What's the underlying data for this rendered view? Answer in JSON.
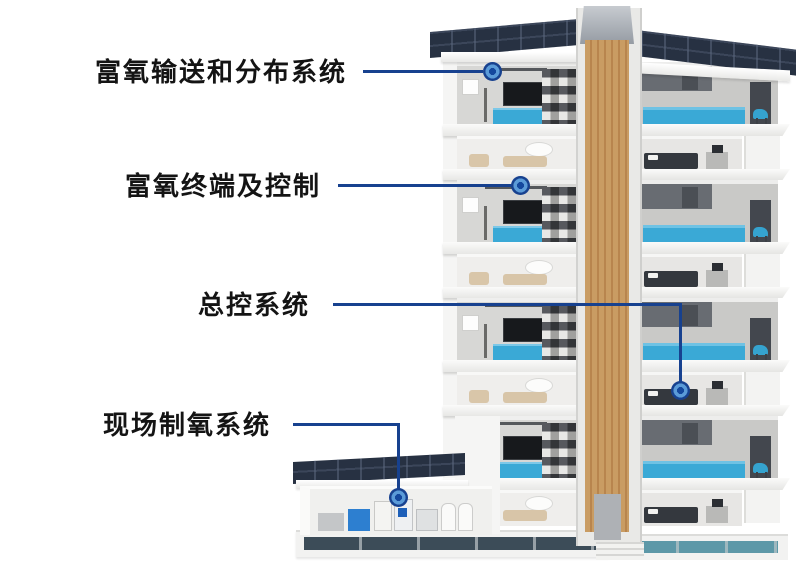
{
  "diagram": {
    "type": "building-cutaway-oxygen-system",
    "callouts": [
      {
        "id": "oxygen-delivery-distribution",
        "label": "富氧输送和分布系统"
      },
      {
        "id": "oxygen-terminal-control",
        "label": "富氧终端及控制"
      },
      {
        "id": "master-control-system",
        "label": "总控系统"
      },
      {
        "id": "onsite-oxygen-generation",
        "label": "现场制氧系统"
      }
    ],
    "colors": {
      "callout_line": "#17418f",
      "marker_outer": "#14489e",
      "marker_inner": "#5b9bd8",
      "roof": "#273142",
      "wood_shaft": "#c99c63",
      "furniture_accent": "#3aa9d6",
      "basement_window_left": "#3c4c58",
      "basement_window_right": "#5d98a8"
    }
  }
}
